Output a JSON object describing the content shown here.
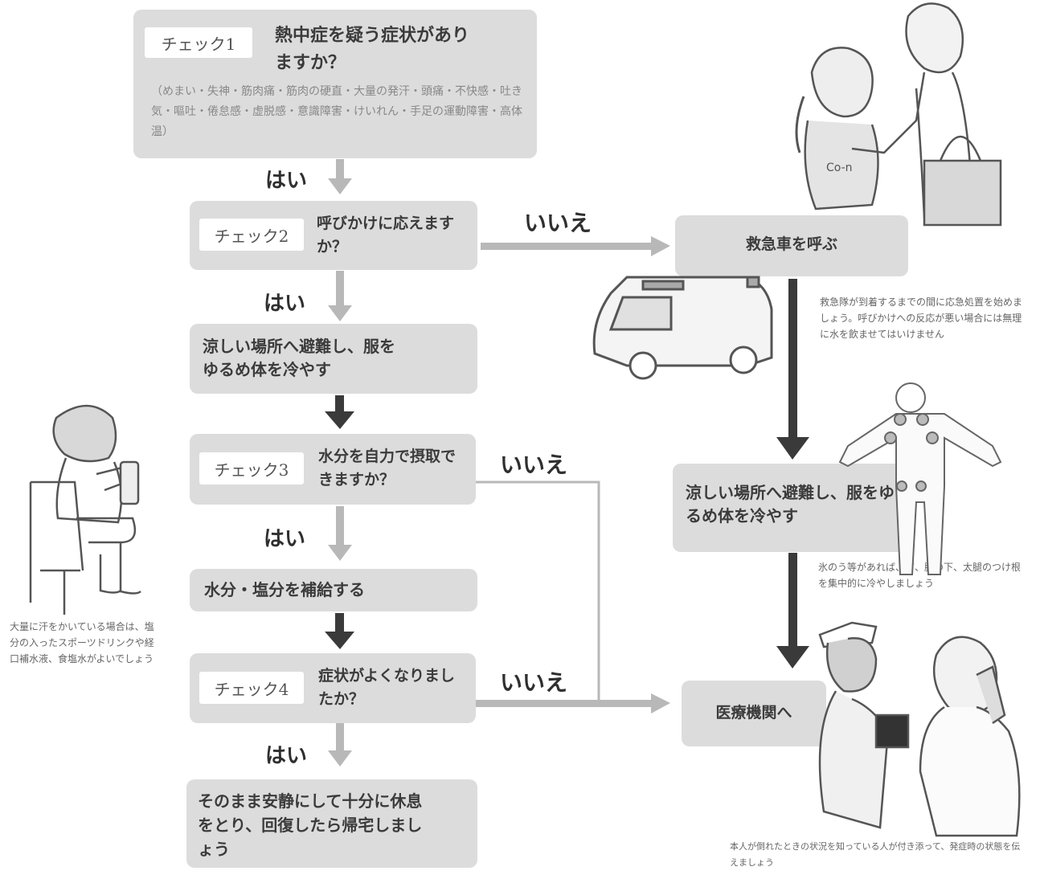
{
  "check1": {
    "tag": "チェック1",
    "question": "熱中症を疑う症状がありますか？",
    "symptoms": "（めまい・失神・筋肉痛・筋肉の硬直・大量の発汗・頭痛・不快感・吐き気・嘔吐・倦怠感・虚脱感・意識障害・けいれん・手足の運動障害・高体温）"
  },
  "check2": {
    "tag": "チェック2",
    "question": "呼びかけに応えますか？"
  },
  "cool_step": "涼しい場所へ避難し、服をゆるめ体を冷やす",
  "check3": {
    "tag": "チェック3",
    "question": "水分を自力で摂取できますか？"
  },
  "hydrate_step": "水分・塩分を補給する",
  "check4": {
    "tag": "チェック4",
    "question": "症状がよくなりましたか？"
  },
  "final_step": "そのまま安静にして十分に休息をとり、回復したら帰宅しましょう",
  "yes_label": "はい",
  "no_label": "いいえ",
  "ambulance_step": "救急車を呼ぶ",
  "ambulance_note": "救急隊が到着するまでの間に応急処置を始めましょう。呼びかけへの反応が悪い場合には無理に水を飲ませてはいけません",
  "cool_step_right": "涼しい場所へ避難し、服をゆるめ体を冷やす",
  "ice_note": "氷のう等があれば、首、脇の下、太腿のつけ根を集中的に冷やしましょう",
  "hospital_step": "医療機関へ",
  "hospital_note": "本人が倒れたときの状況を知っている人が付き添って、発症時の状態を伝えましょう",
  "drink_note": "大量に汗をかいている場合は、塩分の入ったスポーツドリンクや経口補水液、食塩水がよいでしょう",
  "shirt_text": "Co-n",
  "colors": {
    "box": "#dcdcdc",
    "arrow_light": "#b8b8b8",
    "arrow_dark": "#3a3a3a"
  }
}
